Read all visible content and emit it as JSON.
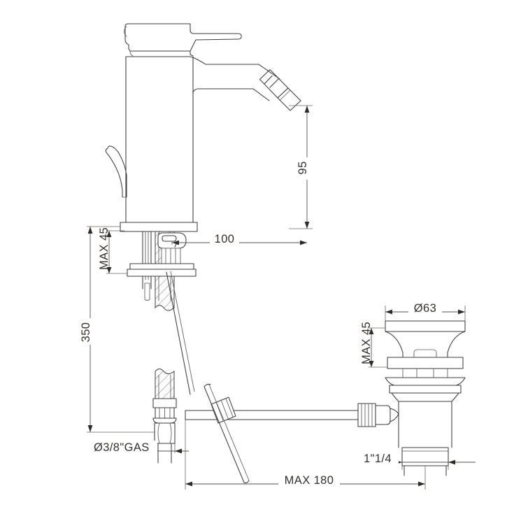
{
  "drawing": {
    "title": "Bidet mixer tap with pop-up waste — dimensioned technical drawing",
    "type": "technical-line-drawing",
    "units": "mm",
    "background_color": "#ffffff",
    "line_color": "#3c3c3c",
    "dimension_text_color": "#36312c"
  },
  "dimensions": {
    "spout_height": "95",
    "spout_reach": "100",
    "deck_thickness_max": "MAX 45",
    "supply_hose_length": "350",
    "supply_thread": "Ø3/8\"GAS",
    "drain_flange_diameter": "Ø63",
    "drain_deck_thickness_max": "MAX 45",
    "drain_outlet_thread": "1\"1/4",
    "rod_span_max": "MAX 180"
  },
  "dimension_list": [
    {
      "id": "spout-height",
      "label": "95",
      "orientation": "vertical",
      "subject": "aerator outlet height above deck"
    },
    {
      "id": "spout-reach",
      "label": "100",
      "orientation": "horizontal",
      "subject": "spout projection from tap axis"
    },
    {
      "id": "deck-thickness",
      "label": "MAX 45",
      "orientation": "vertical",
      "subject": "maximum mounting deck thickness"
    },
    {
      "id": "hose-length",
      "label": "350",
      "orientation": "vertical",
      "subject": "flexible supply hose length"
    },
    {
      "id": "supply-thread",
      "label": "Ø3/8\"GAS",
      "orientation": "horizontal",
      "subject": "supply connector thread"
    },
    {
      "id": "flange-diameter",
      "label": "Ø63",
      "orientation": "horizontal",
      "subject": "waste flange diameter"
    },
    {
      "id": "waste-deck-thickness",
      "label": "MAX 45",
      "orientation": "vertical",
      "subject": "maximum basin thickness at waste"
    },
    {
      "id": "outlet-thread",
      "label": "1\"1/4",
      "orientation": "horizontal",
      "subject": "waste outlet thread size"
    },
    {
      "id": "rod-span",
      "label": "MAX 180",
      "orientation": "horizontal",
      "subject": "maximum pull-rod linkage span"
    }
  ],
  "components": [
    {
      "id": "lever-handle",
      "name": "single lever handle"
    },
    {
      "id": "mixer-body",
      "name": "bidet mixer body"
    },
    {
      "id": "swivel-aerator",
      "name": "angled swivel aerator"
    },
    {
      "id": "lift-rod",
      "name": "pop-up waste lift rod"
    },
    {
      "id": "mounting-stud",
      "name": "threaded mounting shank"
    },
    {
      "id": "mounting-plate",
      "name": "mounting washer and nut"
    },
    {
      "id": "supply-hose",
      "name": "flexible supply hose"
    },
    {
      "id": "supply-nut",
      "name": "hex supply connector nut"
    },
    {
      "id": "horizontal-pull-rod",
      "name": "horizontal pull rod"
    },
    {
      "id": "rod-clamp",
      "name": "rod clamp screw"
    },
    {
      "id": "waste-flange",
      "name": "pop-up waste flange"
    },
    {
      "id": "waste-gasket-stack",
      "name": "waste washers and gasket"
    },
    {
      "id": "waste-body",
      "name": "waste body"
    },
    {
      "id": "knurled-nut",
      "name": "knurled ball-joint nut"
    },
    {
      "id": "waste-outlet",
      "name": "threaded waste outlet"
    }
  ]
}
